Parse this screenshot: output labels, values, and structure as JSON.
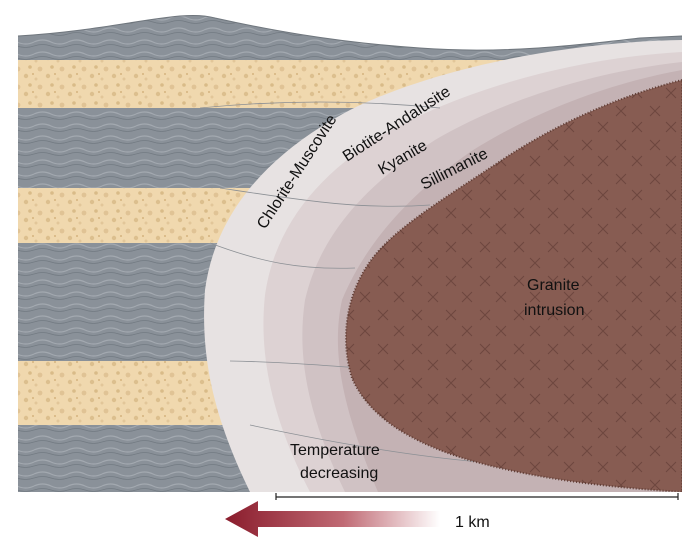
{
  "zones": {
    "chlorite_muscovite": "Chlorite-Muscovite",
    "biotite_andalusite": "Biotite-Andalusite",
    "kyanite": "Kyanite",
    "sillimanite": "Sillimanite"
  },
  "intrusion": {
    "line1": "Granite",
    "line2": "intrusion"
  },
  "temperature": {
    "line1": "Temperature",
    "line2": "decreasing"
  },
  "scale_bar": {
    "label": "1 km"
  },
  "colors": {
    "shale": "#8a9096",
    "sandstone": "#f0d8ae",
    "aureole_outer": "#e6dfe0",
    "aureole_inner": "#c9b8bb",
    "granite": "#8a5e54",
    "arrow": "#8a1c2c"
  }
}
